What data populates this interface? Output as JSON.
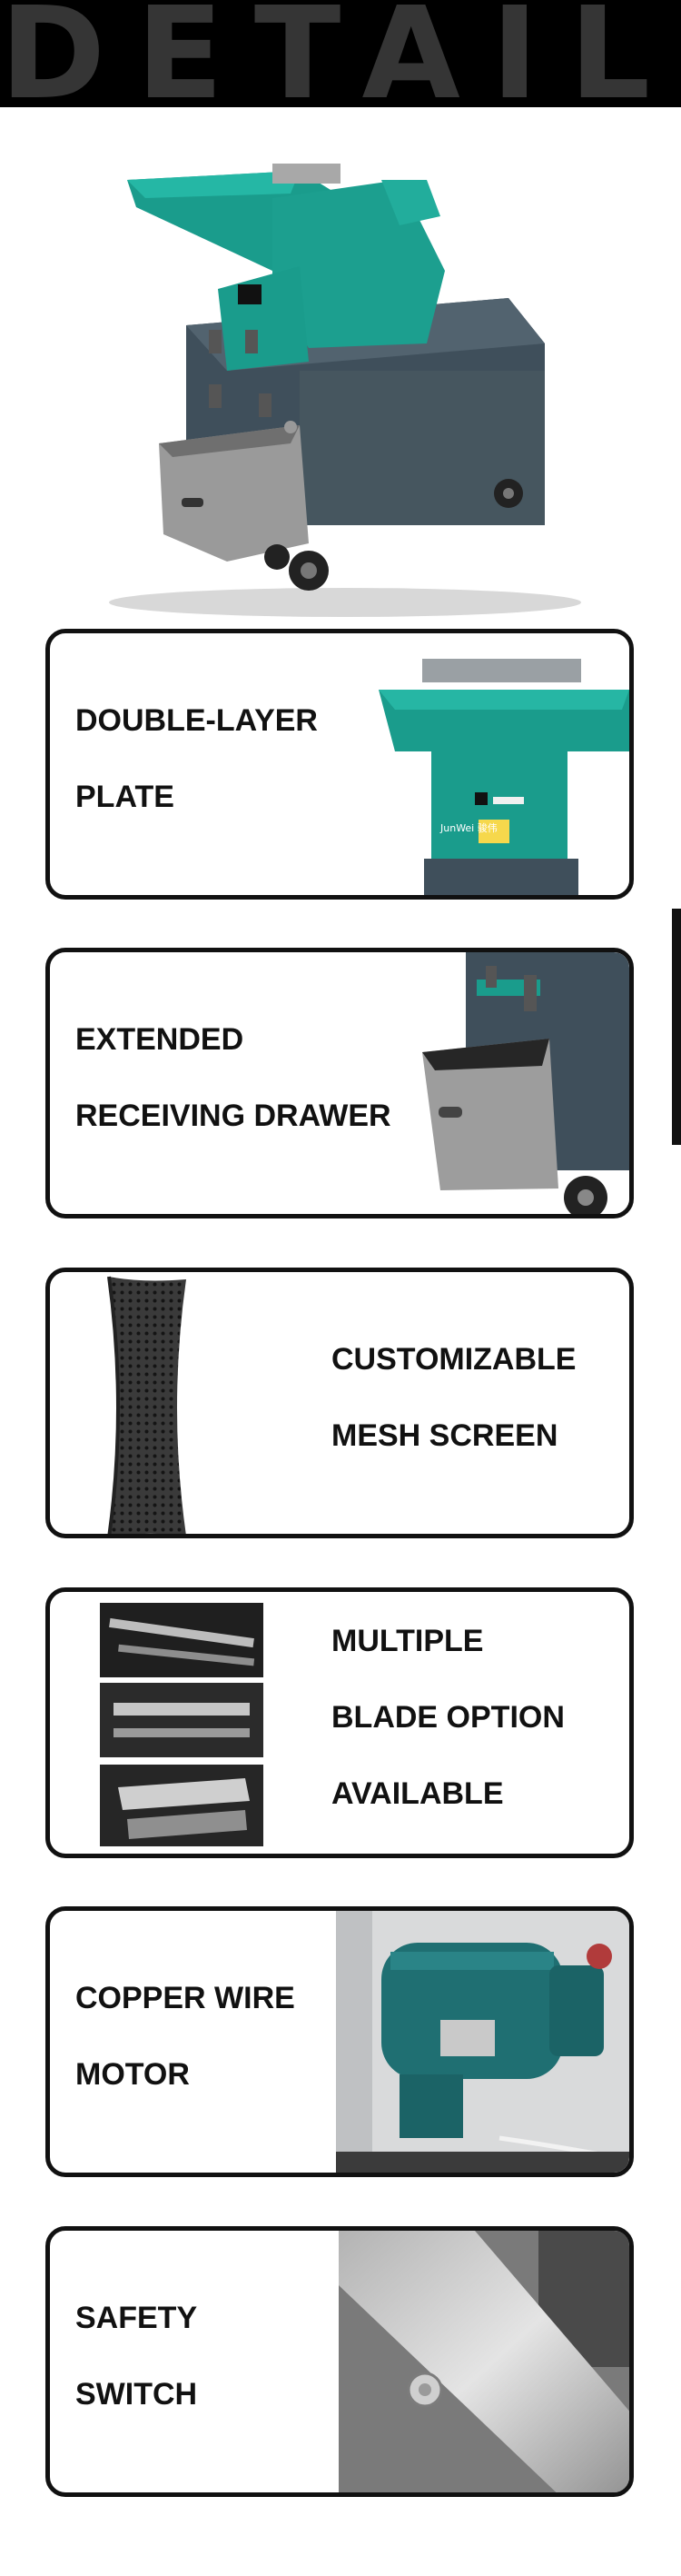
{
  "header": {
    "title": "DETAIL"
  },
  "cards": [
    {
      "line1": "DOUBLE-LAYER",
      "line2": "PLATE"
    },
    {
      "line1": "EXTENDED",
      "line2": "RECEIVING DRAWER"
    },
    {
      "line1": "CUSTOMIZABLE",
      "line2": "MESH SCREEN"
    },
    {
      "line1": "MULTIPLE",
      "line2": "BLADE OPTION",
      "line3": "AVAILABLE"
    },
    {
      "line1": "COPPER WIRE",
      "line2": "MOTOR"
    },
    {
      "line1": "SAFETY",
      "line2": "SWITCH"
    }
  ],
  "brand": {
    "label": "JunWei 骏伟"
  },
  "colors": {
    "machine_teal": "#1a9c8c",
    "machine_body": "#3f4f5b",
    "frame": "#111111"
  }
}
